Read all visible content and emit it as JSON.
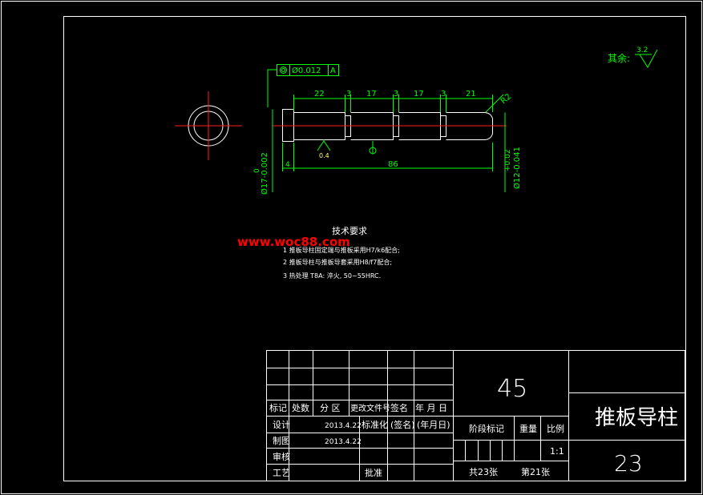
{
  "watermark": "www.woc88.com",
  "roughness_note": {
    "label": "其余:",
    "value": "3.2"
  },
  "tolerance_frame": {
    "value": "Ø0.012",
    "datum": "A"
  },
  "dimensions": {
    "top": [
      "22",
      "3",
      "17",
      "3",
      "17",
      "3",
      "21"
    ],
    "overall": "86",
    "left_step": "4",
    "radius": "R2",
    "left_diameter": "Ø17-0.002",
    "left_diameter_upper": "0",
    "right_diameter": "Ø12-0.041",
    "right_diameter_upper": "+0.02",
    "surface_roughness": "0.4"
  },
  "tech_requirements": {
    "title": "技术要求",
    "items": [
      "1 推板导柱固定端与推板采用H7/k6配合;",
      "2 推板导柱与推板导套采用H8/f7配合;",
      "3 热处理 T8A: 淬火, 50~55HRC."
    ]
  },
  "title_block": {
    "material": "45",
    "part_name": "推板导柱",
    "drawing_no": "23",
    "headers": [
      "标记",
      "处数",
      "分 区",
      "更改文件号",
      "签名",
      "年 月 日"
    ],
    "design_label": "设计",
    "design_date": "2013.4.22",
    "standardize_label": "标准化",
    "sign_label": "(签名)",
    "date_label": "(年月日)",
    "draw_label": "制图",
    "draw_date": "2013.4.22",
    "review_label": "审核",
    "process_label": "工艺",
    "approve_label": "批准",
    "stage_label": "阶段标记",
    "weight_label": "重量",
    "scale_label": "比例",
    "scale_value": "1:1",
    "total_sheets": "共23张",
    "sheet_no": "第21张"
  },
  "colors": {
    "outline": "#ffffff",
    "dimension": "#00ff00",
    "centerline": "#ff0000",
    "note": "#ffff66",
    "watermark": "#ff0000"
  }
}
